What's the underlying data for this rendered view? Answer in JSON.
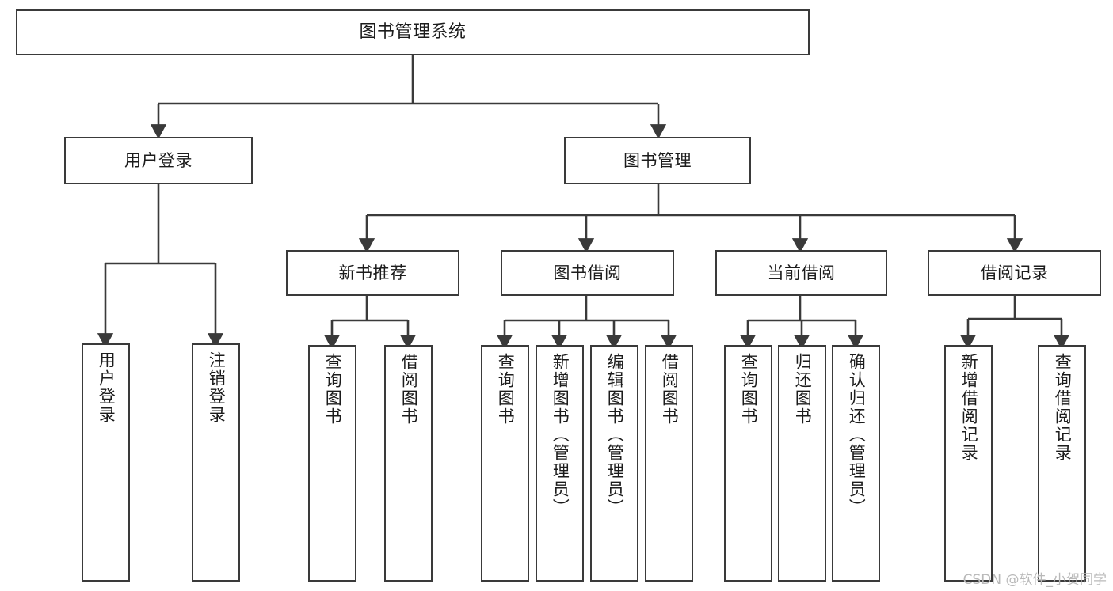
{
  "diagram": {
    "type": "tree-hierarchy",
    "title": "图书管理系统",
    "orientation": "top-down",
    "line_color": "#3a3a3a",
    "box_fill": "#ffffff",
    "text_color": "#1c1c1c",
    "watermark": "CSDN @软件_小贺同学",
    "watermark_color": "#b9b9b9"
  },
  "nodes": {
    "root": {
      "label": "图书管理系统",
      "level": 0
    },
    "level1": [
      {
        "id": "user_login",
        "label": "用户登录"
      },
      {
        "id": "book_manage",
        "label": "图书管理"
      }
    ],
    "level2": [
      {
        "id": "new_book_rec",
        "label": "新书推荐",
        "parent": "book_manage"
      },
      {
        "id": "book_borrow",
        "label": "图书借阅",
        "parent": "book_manage"
      },
      {
        "id": "current_borrow",
        "label": "当前借阅",
        "parent": "book_manage"
      },
      {
        "id": "borrow_record",
        "label": "借阅记录",
        "parent": "book_manage"
      }
    ],
    "leaves": {
      "user_login": [
        {
          "id": "leaf_user_login",
          "label": "用户登录"
        },
        {
          "id": "leaf_user_logout",
          "label": "注销登录"
        }
      ],
      "new_book_rec": [
        {
          "id": "leaf_query_book_1",
          "label": "查询图书"
        },
        {
          "id": "leaf_borrow_book_1",
          "label": "借阅图书"
        }
      ],
      "book_borrow": [
        {
          "id": "leaf_query_book_2",
          "label": "查询图书"
        },
        {
          "id": "leaf_add_book",
          "label": "新增图书（管理员）"
        },
        {
          "id": "leaf_edit_book",
          "label": "编辑图书（管理员）"
        },
        {
          "id": "leaf_borrow_book_2",
          "label": "借阅图书"
        }
      ],
      "current_borrow": [
        {
          "id": "leaf_query_book_3",
          "label": "查询图书"
        },
        {
          "id": "leaf_return_book",
          "label": "归还图书"
        },
        {
          "id": "leaf_confirm_return",
          "label": "确认归还（管理员）"
        }
      ],
      "borrow_record": [
        {
          "id": "leaf_add_record",
          "label": "新增借阅记录"
        },
        {
          "id": "leaf_query_record",
          "label": "查询借阅记录"
        }
      ]
    }
  }
}
